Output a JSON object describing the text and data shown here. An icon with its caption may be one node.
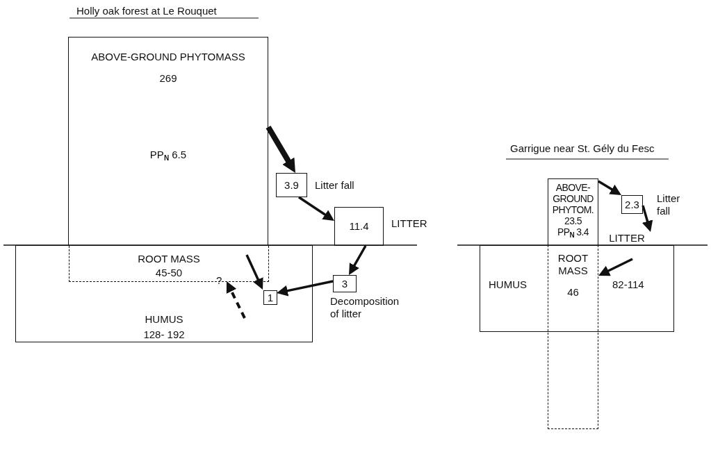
{
  "diagram": {
    "nodes": [
      {
        "text": [
          "ABOVE-GROUND PHYTOMASS",
          "269",
          "PP$_{N}$ 6.5"
        ]
      },
      {
        "text": [
          "HUMUS",
          "128- 192"
        ]
      },
      {
        "text": [
          "ROOT MASS",
          "45-50"
        ],
        "in": 1
      },
      {
        "text": [
          "3.9"
        ],
        "beside": [
          "Litter fall"
        ]
      },
      {
        "text": [
          "11.4"
        ],
        "beside": [
          "LITTER"
        ]
      },
      {
        "text": [
          "3"
        ],
        "beside": [
          "Decomposition of litter"
        ]
      },
      {
        "text": [
          "1"
        ],
        "in": 1
      },
      {
        "text": [
          "ABOVE- GROUND PHYTOM.",
          "23.5",
          "PP$_{N}$ 3.4"
        ]
      },
      {
        "text": [
          "HUMUS",
          "82-114"
        ]
      },
      {
        "text": [
          "ROOT MASS",
          "46"
        ]
      },
      {
        "text": [
          "2.3"
        ],
        "beside": [
          "Litter fall"
        ]
      },
      {
        "text": [
          "LITTER"
        ]
      }
    ],
    "edges": [
      {
        "from": 0,
        "to": 3,
        "arrow": "to",
        "style": "thick"
      },
      {
        "from": 3,
        "to": 4,
        "arrow": "to"
      },
      {
        "from": 4,
        "to": 5,
        "arrow": "to"
      },
      {
        "from": 5,
        "to": 6,
        "arrow": "to"
      },
      {
        "from": 2,
        "to": 6,
        "arrow": "to"
      },
      {
        "from": null,
        "to": 2,
        "arrow": "to",
        "style": "dashed"
      },
      {
        "from": 7,
        "to": 10,
        "arrow": "to"
      },
      {
        "from": 10,
        "to": 11,
        "arrow": "to"
      },
      {
        "from": 8,
        "to": 9,
        "arrow": "to"
      }
    ],
    "labels": [
      "Holly oak forest at Le Rouquet",
      "?",
      "Garrigue near St. Gély du Fesc"
    ]
  }
}
